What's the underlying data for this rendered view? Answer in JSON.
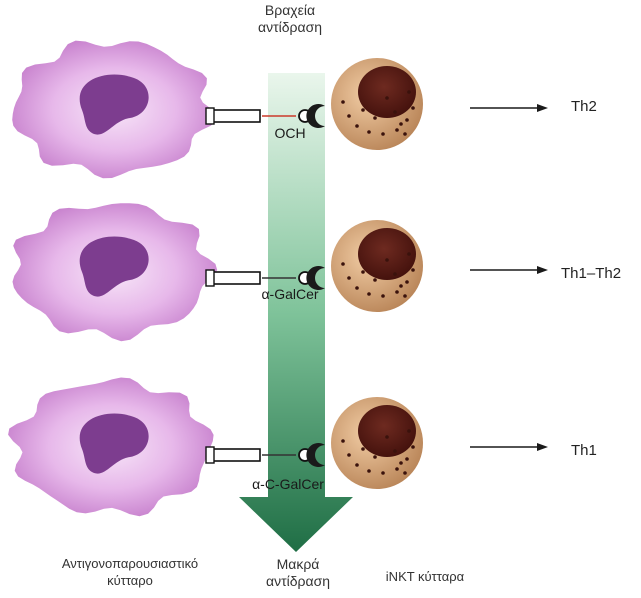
{
  "labels": {
    "top_short": [
      "Βραχεία",
      "αντίδραση"
    ],
    "bottom_long": [
      "Μακρά",
      "αντίδραση"
    ],
    "apc": [
      "Αντιγονοπαρουσιαστικό",
      "κύτταρο"
    ],
    "inkt": "iNKT κύτταρα"
  },
  "rows": [
    {
      "ligand": "OCH",
      "outcome": "Th2"
    },
    {
      "ligand": "α-GalCer",
      "outcome": "Th1–Th2"
    },
    {
      "ligand": "α-C-GalCer",
      "outcome": "Th1"
    }
  ],
  "colors": {
    "apc_outer": "#cf8fd4",
    "apc_core": "#f3dcf5",
    "apc_nucleus": "#7d3d8f",
    "inkt_cell": "#d8a880",
    "inkt_nucleus": "#5a1812",
    "gradient_top": "#e9f6ea",
    "gradient_bottom": "#1f6e45",
    "tcr": "#1a1a1a"
  }
}
